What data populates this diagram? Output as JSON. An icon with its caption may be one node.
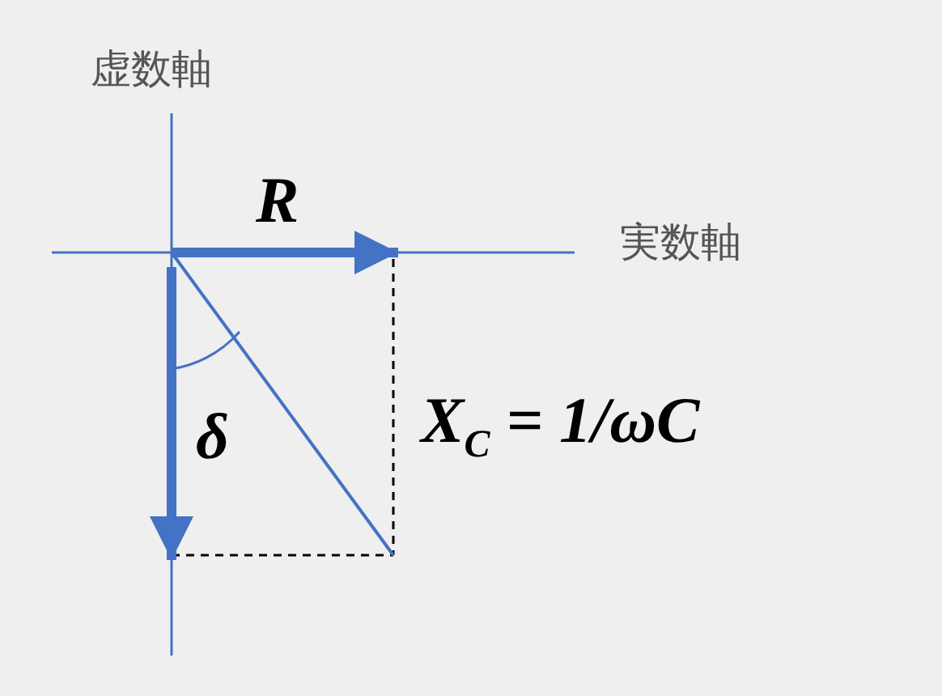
{
  "diagram": {
    "labels": [
      "虚数軸",
      "R",
      "実数軸",
      "δ",
      "X$_{C}$ = 1/ωC"
    ]
  }
}
